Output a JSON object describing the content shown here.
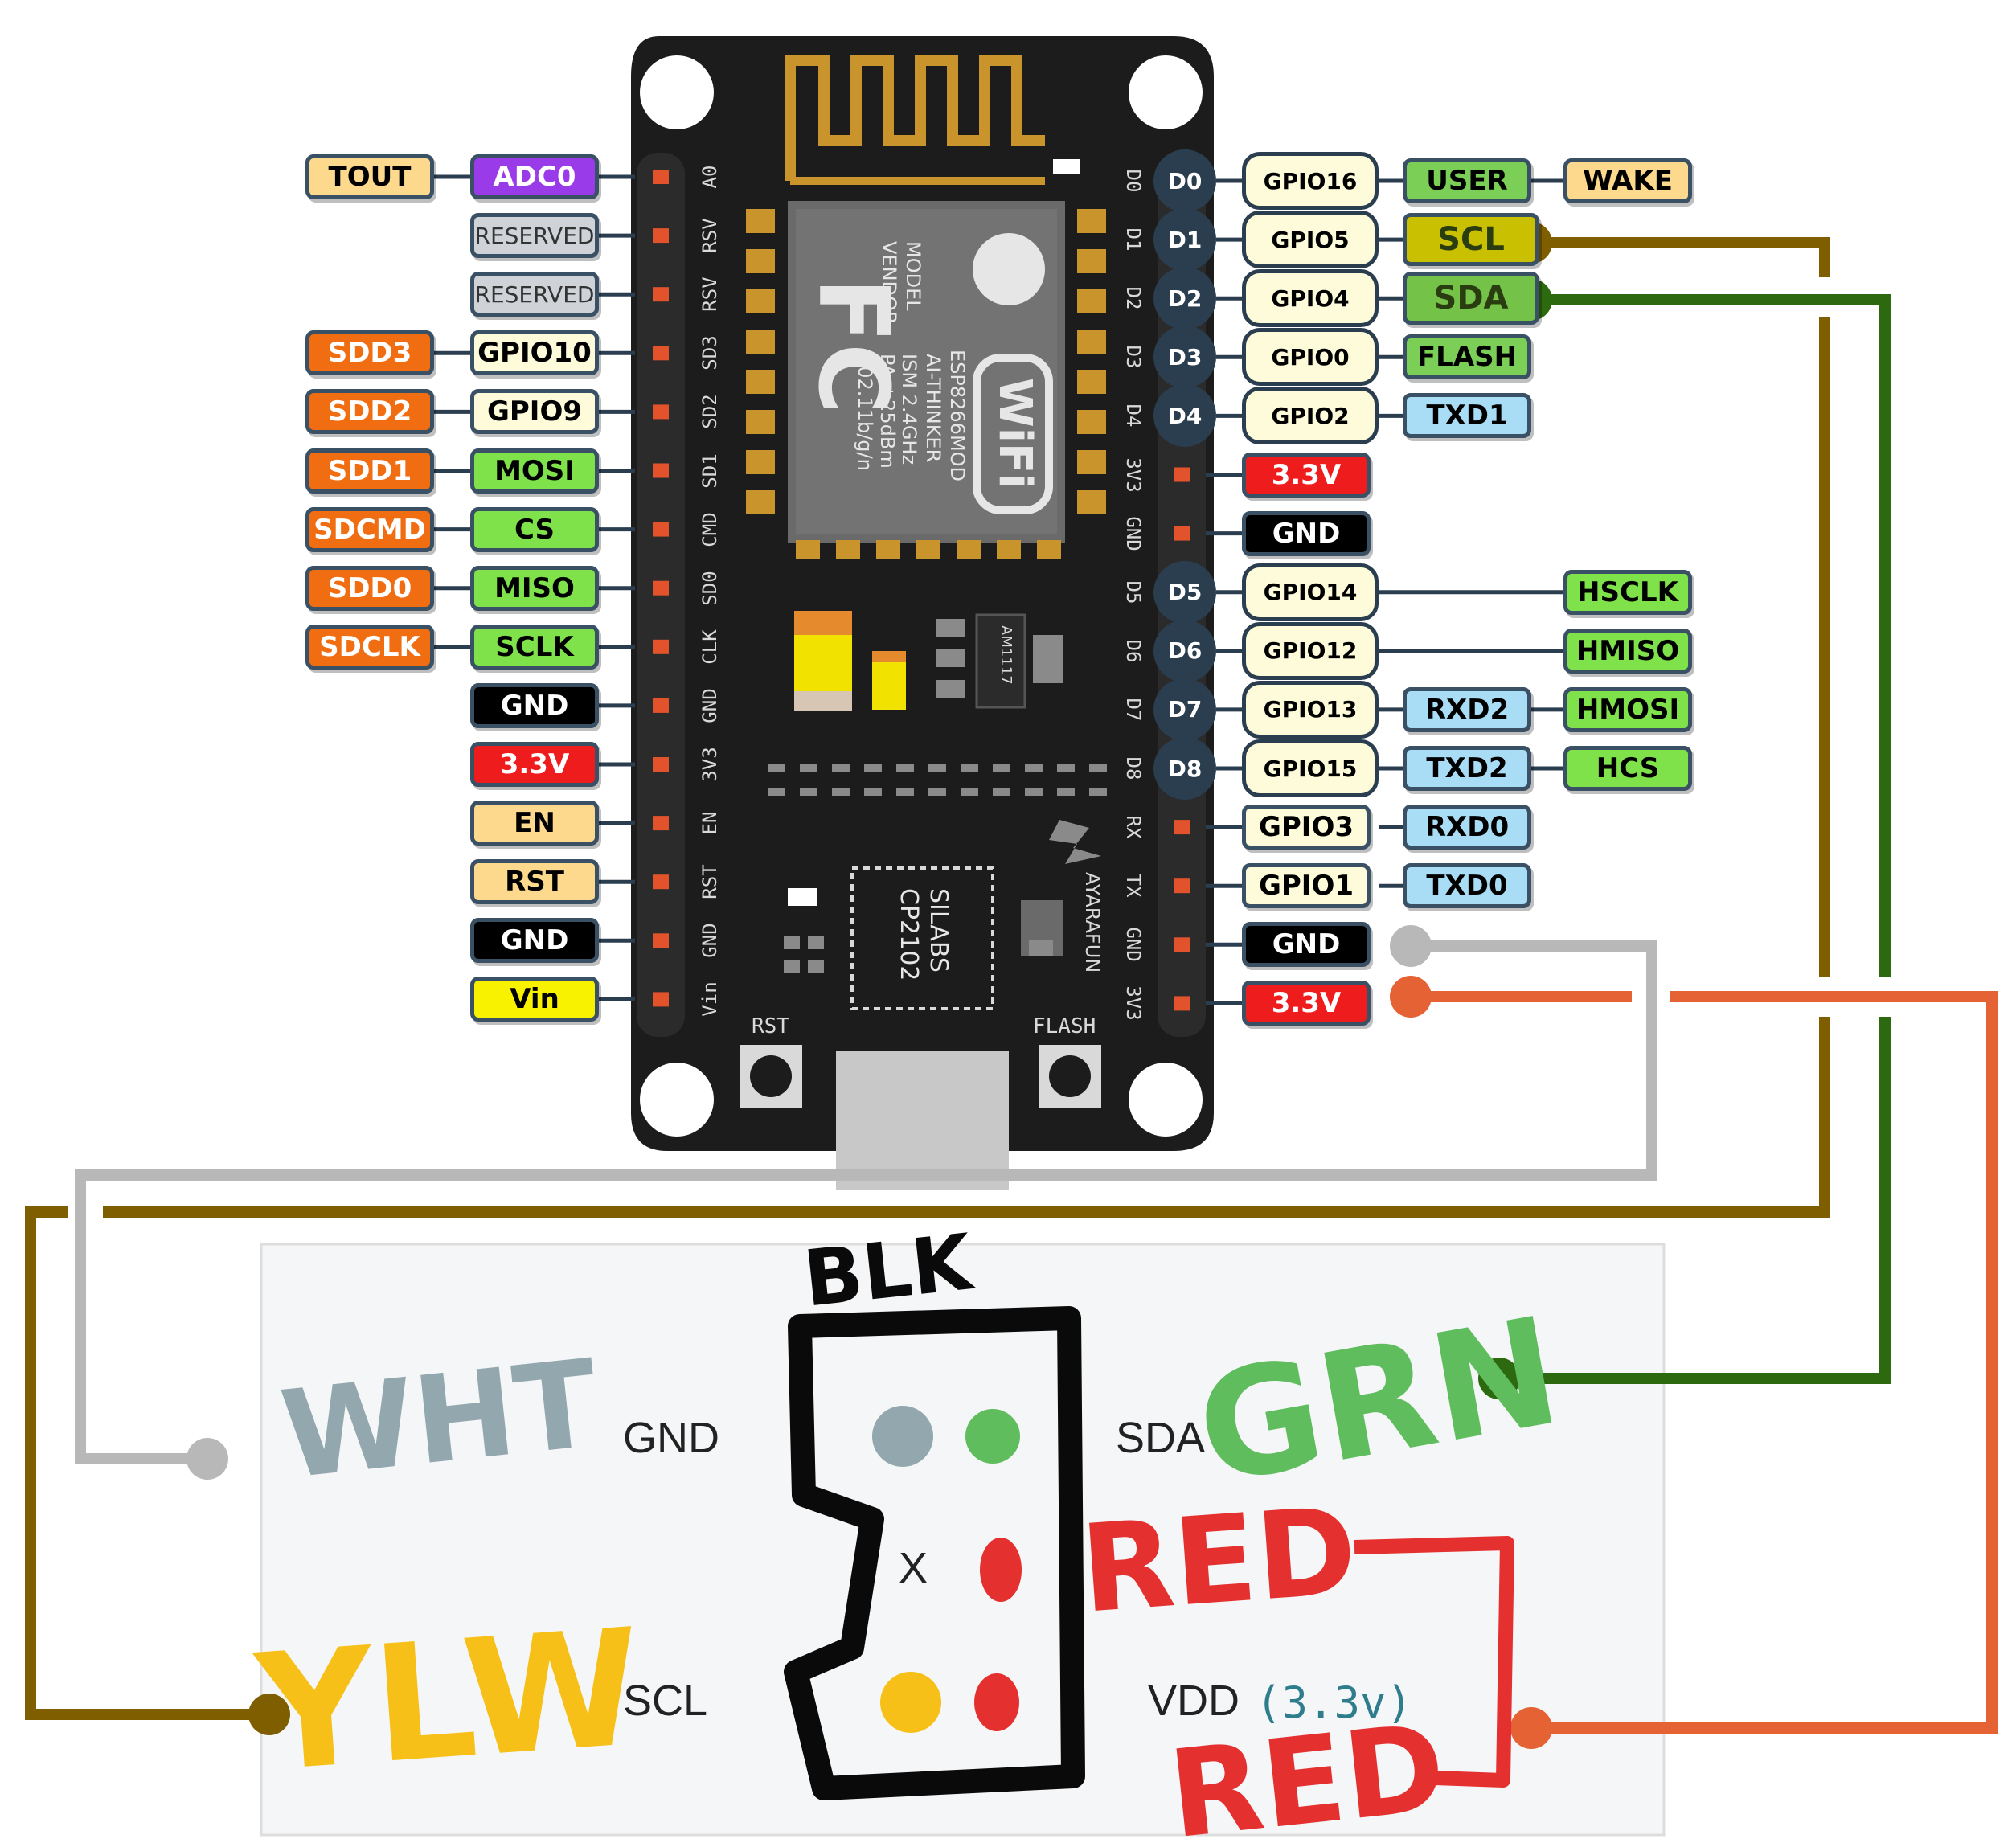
{
  "left_pins": [
    {
      "silk": "A0",
      "inner": "ADC0",
      "inner_bg": "#9a3bea",
      "inner_fg": "#ffffff",
      "outer": "TOUT",
      "outer_bg": "#fcd98c"
    },
    {
      "silk": "RSV",
      "inner": "RESERVED",
      "inner_bg": "#cfd3d8",
      "inner_fg": "#333333",
      "outer": "",
      "outer_bg": ""
    },
    {
      "silk": "RSV",
      "inner": "RESERVED",
      "inner_bg": "#cfd3d8",
      "inner_fg": "#333333",
      "outer": "",
      "outer_bg": ""
    },
    {
      "silk": "SD3",
      "inner": "GPIO10",
      "inner_bg": "#fdfbd9",
      "inner_fg": "#000000",
      "outer": "SDD3",
      "outer_bg": "#f06d12"
    },
    {
      "silk": "SD2",
      "inner": "GPIO9",
      "inner_bg": "#fdfbd9",
      "inner_fg": "#000000",
      "outer": "SDD2",
      "outer_bg": "#f06d12"
    },
    {
      "silk": "SD1",
      "inner": "MOSI",
      "inner_bg": "#7fe24a",
      "inner_fg": "#000000",
      "outer": "SDD1",
      "outer_bg": "#f06d12"
    },
    {
      "silk": "CMD",
      "inner": "CS",
      "inner_bg": "#7fe24a",
      "inner_fg": "#000000",
      "outer": "SDCMD",
      "outer_bg": "#f06d12"
    },
    {
      "silk": "SD0",
      "inner": "MISO",
      "inner_bg": "#7fe24a",
      "inner_fg": "#000000",
      "outer": "SDD0",
      "outer_bg": "#f06d12"
    },
    {
      "silk": "CLK",
      "inner": "SCLK",
      "inner_bg": "#7fe24a",
      "inner_fg": "#000000",
      "outer": "SDCLK",
      "outer_bg": "#f06d12"
    },
    {
      "silk": "GND",
      "inner": "GND",
      "inner_bg": "#000000",
      "inner_fg": "#ffffff",
      "outer": "",
      "outer_bg": ""
    },
    {
      "silk": "3V3",
      "inner": "3.3V",
      "inner_bg": "#ee1c1c",
      "inner_fg": "#ffffff",
      "outer": "",
      "outer_bg": ""
    },
    {
      "silk": "EN",
      "inner": "EN",
      "inner_bg": "#fcd98c",
      "inner_fg": "#000000",
      "outer": "",
      "outer_bg": ""
    },
    {
      "silk": "RST",
      "inner": "RST",
      "inner_bg": "#fcd98c",
      "inner_fg": "#000000",
      "outer": "",
      "outer_bg": ""
    },
    {
      "silk": "GND",
      "inner": "GND",
      "inner_bg": "#000000",
      "inner_fg": "#ffffff",
      "outer": "",
      "outer_bg": ""
    },
    {
      "silk": "Vin",
      "inner": "Vin",
      "inner_bg": "#f8f200",
      "inner_fg": "#000000",
      "outer": "",
      "outer_bg": ""
    }
  ],
  "right_pins": [
    {
      "silk": "D0",
      "dnum": "D0",
      "gpio": "GPIO16",
      "l1": "USER",
      "l1_bg": "#7bcf57",
      "l2": "WAKE",
      "l2_bg": "#fcd98c"
    },
    {
      "silk": "D1",
      "dnum": "D1",
      "gpio": "GPIO5",
      "l1": "SCL",
      "l1_bg": "#c8c000",
      "l2": "",
      "l2_bg": ""
    },
    {
      "silk": "D2",
      "dnum": "D2",
      "gpio": "GPIO4",
      "l1": "SDA",
      "l1_bg": "#74c247",
      "l2": "",
      "l2_bg": ""
    },
    {
      "silk": "D3",
      "dnum": "D3",
      "gpio": "GPIO0",
      "l1": "FLASH",
      "l1_bg": "#7bcf57",
      "l2": "",
      "l2_bg": ""
    },
    {
      "silk": "D4",
      "dnum": "D4",
      "gpio": "GPIO2",
      "l1": "TXD1",
      "l1_bg": "#a9dcf5",
      "l2": "",
      "l2_bg": ""
    },
    {
      "silk": "3V3",
      "dnum": "",
      "gpio": "3.3V",
      "l1": "",
      "l1_bg": "",
      "l2": "",
      "l2_bg": ""
    },
    {
      "silk": "GND",
      "dnum": "",
      "gpio": "GND",
      "l1": "",
      "l1_bg": "",
      "l2": "",
      "l2_bg": ""
    },
    {
      "silk": "D5",
      "dnum": "D5",
      "gpio": "GPIO14",
      "l1": "",
      "l1_bg": "",
      "l2": "HSCLK",
      "l2_bg": "#7fe24a"
    },
    {
      "silk": "D6",
      "dnum": "D6",
      "gpio": "GPIO12",
      "l1": "",
      "l1_bg": "",
      "l2": "HMISO",
      "l2_bg": "#7fe24a"
    },
    {
      "silk": "D7",
      "dnum": "D7",
      "gpio": "GPIO13",
      "l1": "RXD2",
      "l1_bg": "#a9dcf5",
      "l2": "HMOSI",
      "l2_bg": "#7fe24a"
    },
    {
      "silk": "D8",
      "dnum": "D8",
      "gpio": "GPIO15",
      "l1": "TXD2",
      "l1_bg": "#a9dcf5",
      "l2": "HCS",
      "l2_bg": "#7fe24a"
    },
    {
      "silk": "RX",
      "dnum": "",
      "gpio": "GPIO3",
      "l1": "RXD0",
      "l1_bg": "#a9dcf5",
      "l2": "",
      "l2_bg": ""
    },
    {
      "silk": "TX",
      "dnum": "",
      "gpio": "GPIO1",
      "l1": "TXD0",
      "l1_bg": "#a9dcf5",
      "l2": "",
      "l2_bg": ""
    },
    {
      "silk": "GND",
      "dnum": "",
      "gpio": "GND",
      "l1": "",
      "l1_bg": "",
      "l2": "",
      "l2_bg": ""
    },
    {
      "silk": "3V3",
      "dnum": "",
      "gpio": "3.3V",
      "l1": "",
      "l1_bg": "",
      "l2": "",
      "l2_bg": ""
    }
  ],
  "module": {
    "logo": "FC",
    "vendor_lines": [
      "MODEL",
      "VENDOR"
    ],
    "info_lines": [
      "ESP8266MOD",
      "AI-THINKER",
      "ISM 2.4GHz",
      "PA +25dBm",
      "802.11b/g/n"
    ],
    "wifi_text": "WiFi"
  },
  "board": {
    "regulator": "AM1117",
    "usb_chip": [
      "SILABS",
      "CP2102"
    ],
    "maker": "AYARAFUN",
    "rst_button": "RST",
    "flash_button": "FLASH"
  },
  "sensor": {
    "gnd": "GND",
    "sda": "SDA",
    "x": "X",
    "scl": "SCL",
    "vdd": "VDD",
    "vdd_note": "(3.3v)"
  },
  "handwriting": {
    "blk": "BLK",
    "wht": "WHT",
    "grn": "GRN",
    "red1": "RED",
    "ylw": "YLW",
    "red2": "RED"
  },
  "colors": {
    "board": "#1c1c1c",
    "wire_scl": "#7f5e00",
    "wire_sda": "#2d6a0f",
    "wire_gnd": "#b8b8b8",
    "wire_vdd": "#e56234",
    "antenna": "#c9942c"
  }
}
